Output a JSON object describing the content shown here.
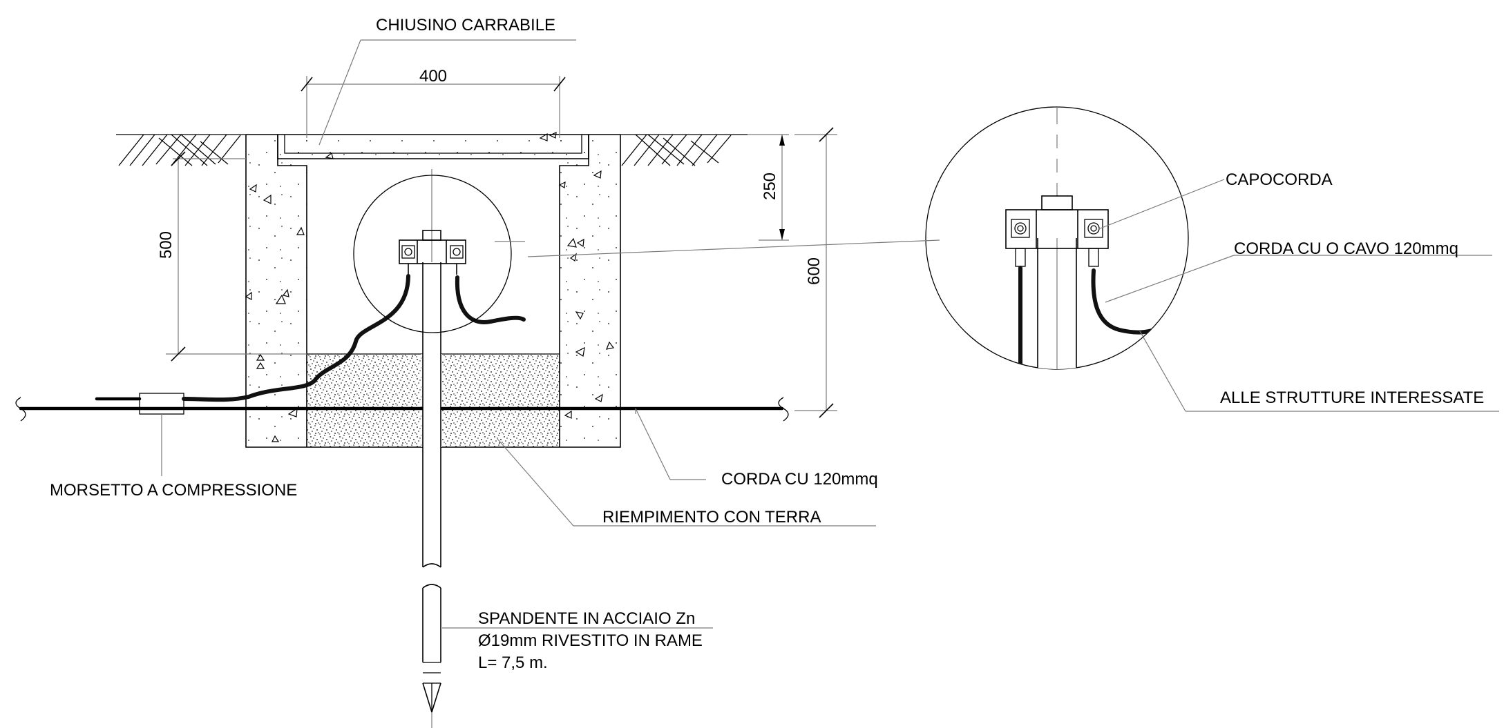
{
  "labels": {
    "chiusino": "CHIUSINO CARRABILE",
    "morsetto": "MORSETTO A COMPRESSIONE",
    "corda_cu": "CORDA CU 120mmq",
    "riempimento": "RIEMPIMENTO CON TERRA",
    "spandente_1": "SPANDENTE IN ACCIAIO Zn",
    "spandente_2": "Ø19mm RIVESTITO IN RAME",
    "spandente_3": "L= 7,5 m.",
    "capocorda": "CAPOCORDA",
    "corda_cavo": "CORDA CU O CAVO 120mmq",
    "alle_strutture": "ALLE STRUTTURE INTERESSATE"
  },
  "dimensions": {
    "width_top": "400",
    "depth_inner": "500",
    "depth_cover": "250",
    "depth_total": "600"
  },
  "colors": {
    "line": "#000000",
    "leader": "#7a7a7a",
    "background": "#ffffff"
  }
}
